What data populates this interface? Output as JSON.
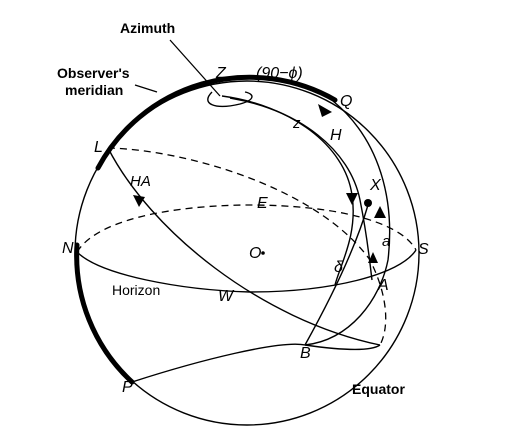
{
  "labels": {
    "azimuth": "Azimuth",
    "observers": "Observer's",
    "meridian": "meridian",
    "zenith": "Z",
    "colatitude": "(90−ϕ)",
    "q": "Q",
    "h": "H",
    "z": "z",
    "l": "L",
    "ha": "HA",
    "e": "E",
    "x": "X",
    "n": "N",
    "o": "O",
    "s": "S",
    "delta": "δ",
    "a_small": "a",
    "a_cap": "A",
    "horizon": "Horizon",
    "w": "W",
    "b": "B",
    "p": "P",
    "equator": "Equator"
  }
}
